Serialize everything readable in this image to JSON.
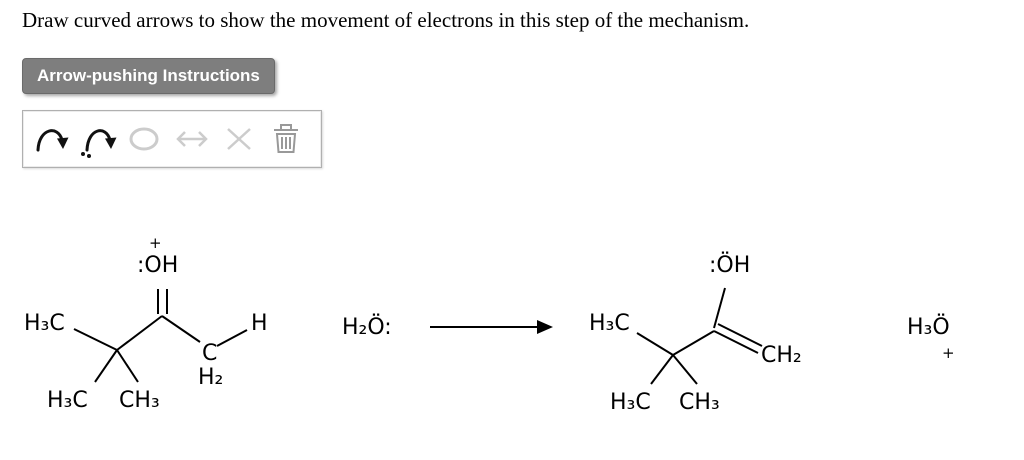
{
  "prompt": "Draw curved arrows to show the movement of electrons in this step of the mechanism.",
  "instructions_button": {
    "label": "Arrow-pushing Instructions"
  },
  "toolbar": {
    "tools": [
      {
        "icon": "curved-arrow-icon",
        "enabled": true
      },
      {
        "icon": "lone-pair-curved-arrow-icon",
        "enabled": true
      },
      {
        "icon": "ellipse-arrow-icon",
        "enabled": false
      },
      {
        "icon": "resonance-arrow-icon",
        "enabled": false
      },
      {
        "icon": "delete-x-icon",
        "enabled": false
      },
      {
        "icon": "trash-icon",
        "enabled": true
      }
    ]
  },
  "reaction": {
    "reactant": {
      "charge": "+",
      "oh": ":OH",
      "methyl_upper": "H₃C",
      "methyl_lower_left": "H₃C",
      "methyl_lower_right": "CH₃",
      "ch_carbon": "C",
      "ch_subscript": "H₂",
      "h": "H"
    },
    "reagent": {
      "formula": "H₂Ö:"
    },
    "product": {
      "oh": ":ÖH",
      "methyl_upper": "H₃C",
      "methyl_lower_left": "H₃C",
      "methyl_lower_right": "CH₃",
      "ch2": "CH₂"
    },
    "byproduct": {
      "formula": "H₃Ö",
      "charge": "+"
    }
  }
}
